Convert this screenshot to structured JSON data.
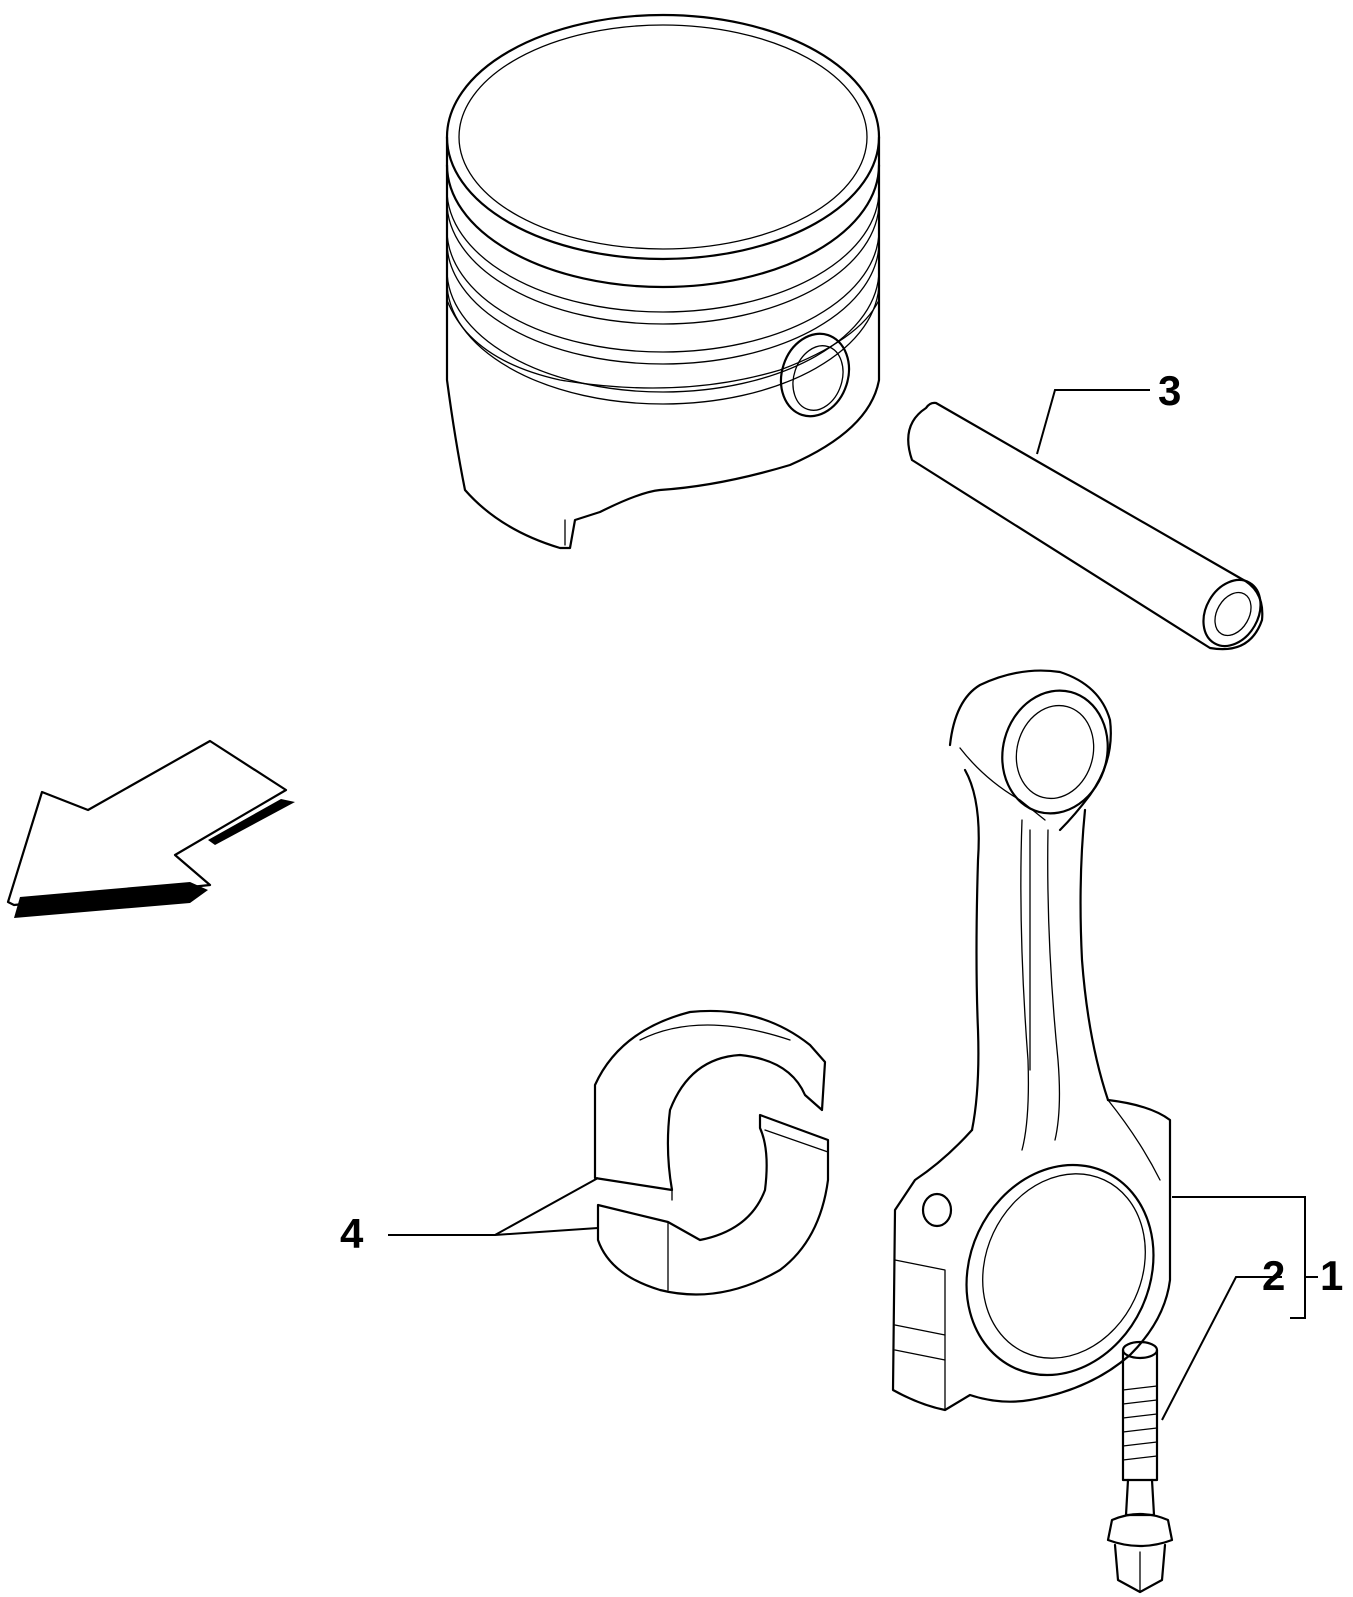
{
  "diagram": {
    "callouts": [
      {
        "id": "1",
        "label": "1"
      },
      {
        "id": "2",
        "label": "2"
      },
      {
        "id": "3",
        "label": "3"
      },
      {
        "id": "4",
        "label": "4"
      }
    ],
    "parts": [
      "piston",
      "piston-pin",
      "connecting-rod",
      "connecting-rod-bolt",
      "bearing-shells",
      "direction-arrow"
    ]
  }
}
